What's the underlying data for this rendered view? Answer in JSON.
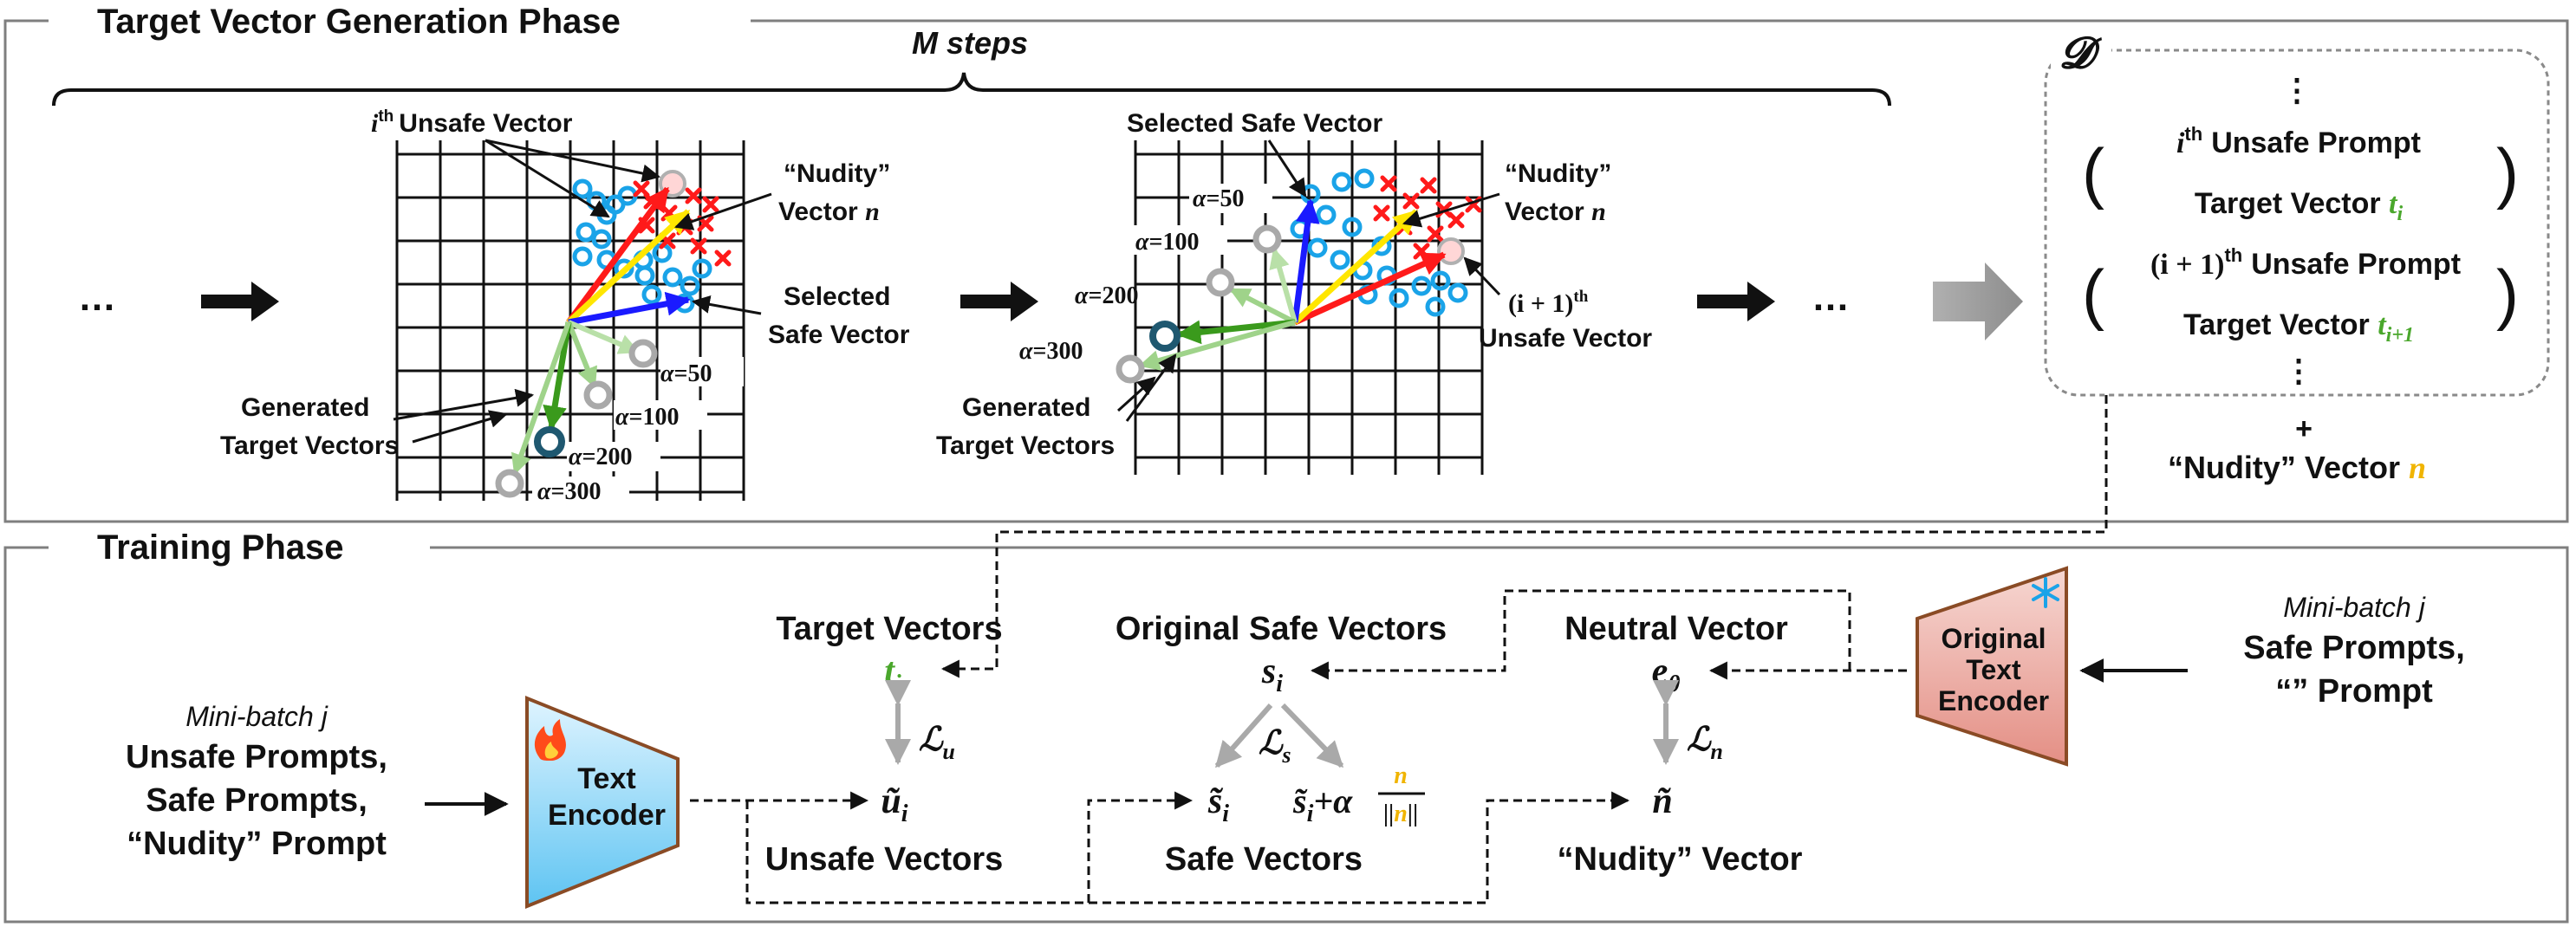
{
  "phases": {
    "generation": {
      "title": "Target Vector Generation Phase",
      "steps_label": "M steps",
      "ellipsis": "…"
    },
    "training": {
      "title": "Training Phase"
    }
  },
  "symbols": {
    "n": "n"
  },
  "grid1": {
    "th": "th",
    "unsafe_vector_label": "Unsafe Vector",
    "nudity_line1": "“Nudity”",
    "nudity_line2": "Vector",
    "selected_line1": "Selected",
    "selected_line2": "Safe Vector",
    "generated_line1": "Generated",
    "generated_line2": "Target Vectors",
    "alpha_50": "=50",
    "alpha_100": "=100",
    "alpha_200": "=200",
    "alpha_300": "=300"
  },
  "grid2": {
    "selected_label": "Selected Safe Vector",
    "nudity_line1": "“Nudity”",
    "nudity_line2": "Vector",
    "next_index": "(i + 1)",
    "th": "th",
    "unsafe_vector_label": "Unsafe Vector",
    "generated_line1": "Generated",
    "generated_line2": "Target Vectors",
    "alpha_50": "=50",
    "alpha_100": "=100",
    "alpha_200": "=200",
    "alpha_300": "=300"
  },
  "dataset": {
    "symbol": "𝓓",
    "vdots": "⋮",
    "paren_open": "(",
    "paren_close": ")",
    "i": "i",
    "th": "th",
    "i_plus_1": "(i + 1)",
    "i_sub_plus_1": "i+1",
    "t": "t",
    "unsafe_prompt": "Unsafe Prompt",
    "target_vector": "Target Vector",
    "plus": "+",
    "nudity_vector": "“Nudity” Vector"
  },
  "training": {
    "left_input": {
      "minibatch": "Mini-batch j",
      "line1": "Unsafe Prompts,",
      "line2": "Safe Prompts,",
      "line3": "“Nudity” Prompt"
    },
    "encoder": {
      "line1": "Text",
      "line2": "Encoder"
    },
    "loss": {
      "symbol": "ℒ",
      "u": "u",
      "s": "s",
      "n": "n"
    },
    "target": {
      "label": "Target Vectors",
      "symbol": "t",
      "sub": "i"
    },
    "unsafe": {
      "label": "Unsafe Vectors",
      "symbol": "ũ",
      "sub": "i"
    },
    "original_safe": {
      "label": "Original Safe Vectors",
      "symbol": "s",
      "sub": "i"
    },
    "safe": {
      "label": "Safe Vectors",
      "symbol": "s̃",
      "sub": "i",
      "plus_alpha": "+α",
      "norm_bar": "||"
    },
    "neutral": {
      "label": "Neutral Vector",
      "symbol": "e",
      "sub": "0"
    },
    "nudity": {
      "label": "“Nudity” Vector",
      "symbol": "ñ"
    },
    "original_encoder": {
      "line1": "Original",
      "line2": "Text",
      "line3": "Encoder"
    },
    "right_input": {
      "minibatch": "Mini-batch j",
      "line1": "Safe Prompts,",
      "line2": "“” Prompt"
    }
  }
}
